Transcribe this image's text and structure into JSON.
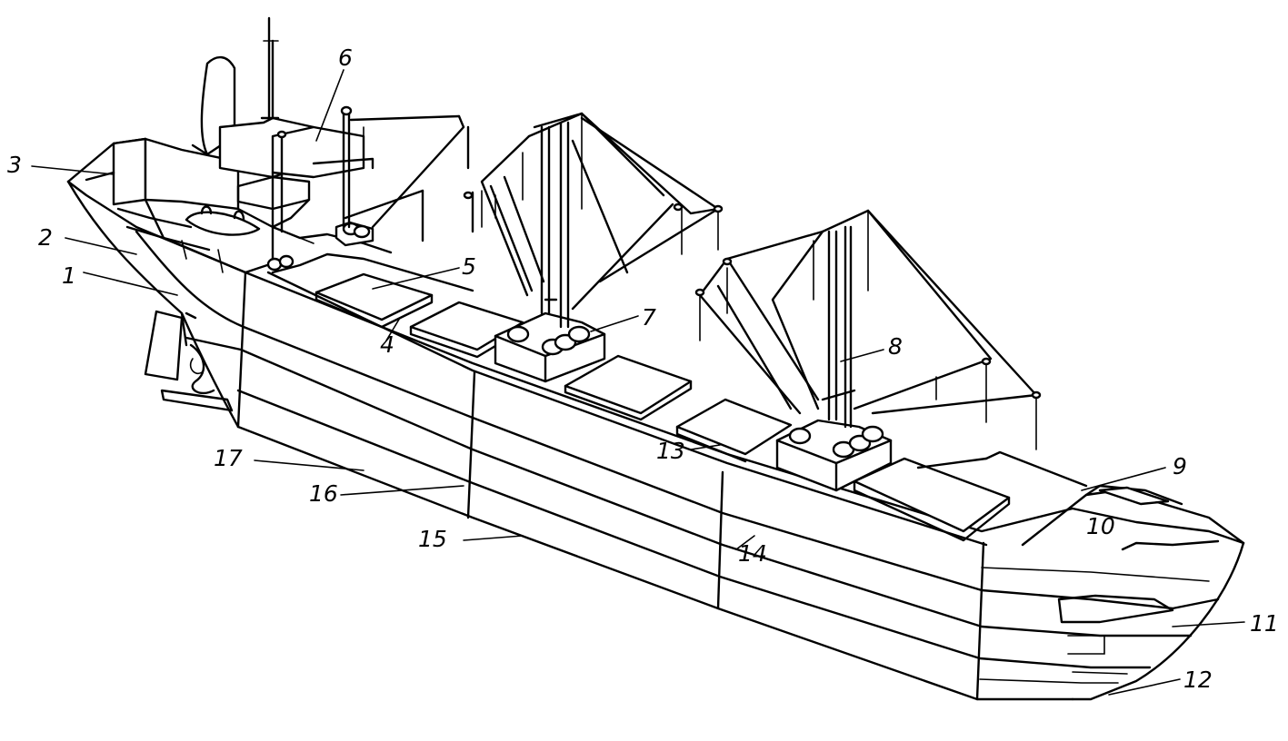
{
  "figure": {
    "callouts": [
      "1",
      "2",
      "3",
      "4",
      "5",
      "6",
      "7",
      "8",
      "9",
      "10",
      "11",
      "12",
      "13",
      "14",
      "15",
      "16",
      "17"
    ]
  }
}
